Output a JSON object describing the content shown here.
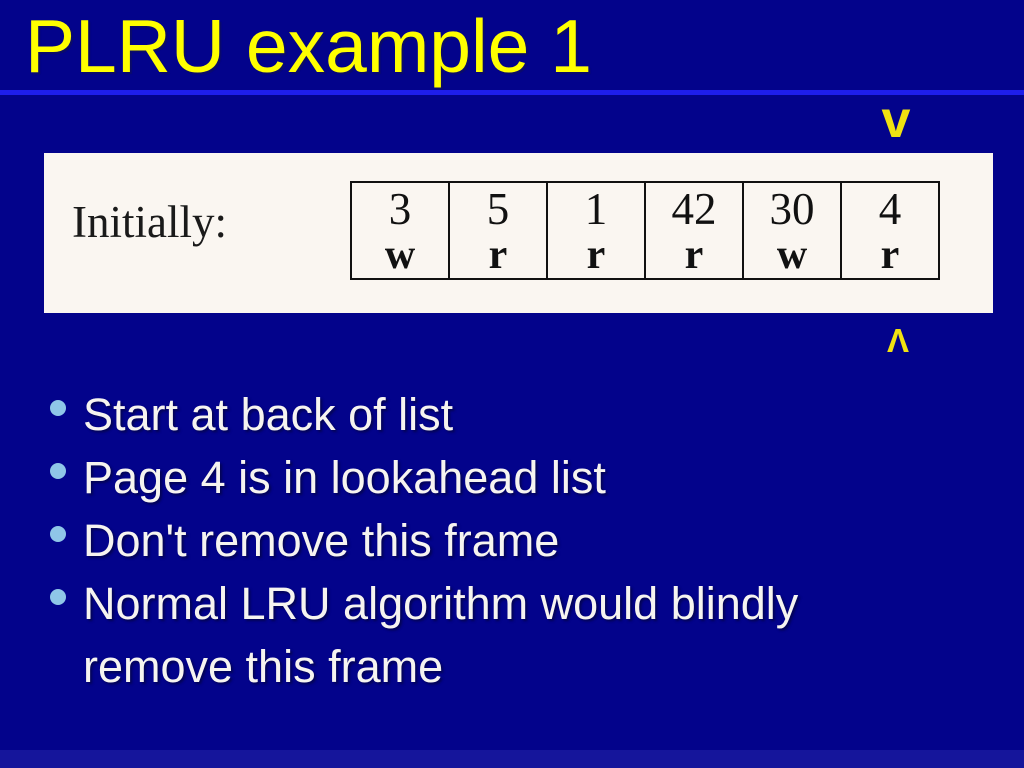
{
  "slide": {
    "title": "PLRU example 1",
    "figure": {
      "label": "Initially:",
      "frames": [
        {
          "page": "3",
          "op": "w"
        },
        {
          "page": "5",
          "op": "r"
        },
        {
          "page": "1",
          "op": "r"
        },
        {
          "page": "42",
          "op": "r"
        },
        {
          "page": "30",
          "op": "w"
        },
        {
          "page": "4",
          "op": "r"
        }
      ],
      "pointer_above": "v",
      "pointer_below": "Λ"
    },
    "bullets": [
      {
        "text": "Start at back of list"
      },
      {
        "text": "Page 4 is in lookahead list"
      },
      {
        "text": "Don't remove this frame"
      },
      {
        "text": "Normal LRU algorithm would blindly",
        "text_wrap": "remove this frame"
      }
    ],
    "colors": {
      "background": "#03038B",
      "title_text": "#FFFF00",
      "accent_rule": "#1E1EEA",
      "pointer": "#F0E211",
      "figure_background": "#FAF6F1",
      "figure_text": "#111111",
      "bullet_dot": "#8FC6E8",
      "body_text": "#F6F4F0",
      "bottom_strip": "#15159B"
    }
  }
}
